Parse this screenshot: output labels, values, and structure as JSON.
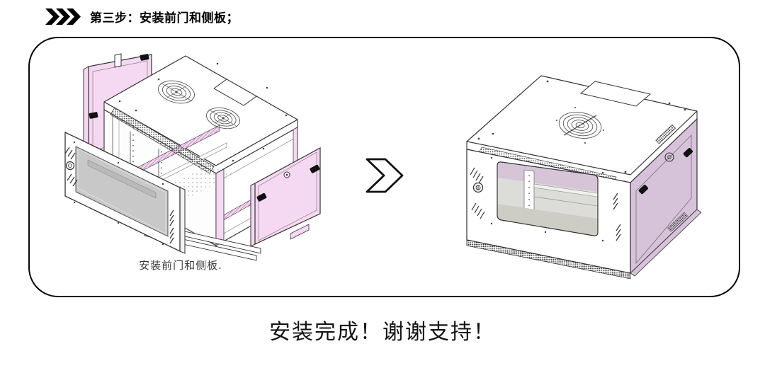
{
  "header": {
    "step_title": "第三步：安装前门和侧板；"
  },
  "figure": {
    "left_caption": "安装前门和侧板.",
    "colors": {
      "panel_pink": "#f5d8f2",
      "panel_lavender": "#d7c3d9",
      "glass_grey": "#c8c8c8",
      "outline": "#333333"
    }
  },
  "footer": {
    "completion_message": "安装完成！谢谢支持！"
  }
}
